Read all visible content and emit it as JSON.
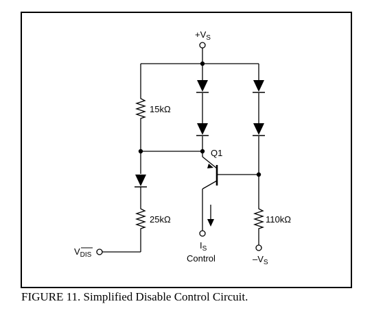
{
  "labels": {
    "vs_pos": "+V",
    "vs_pos_sub": "S",
    "r1": "15kΩ",
    "r2": "25kΩ",
    "r3": "110kΩ",
    "q1": "Q1",
    "vdis_main": "V",
    "vdis_sub": "DIS",
    "is_main": "I",
    "is_sub": "S",
    "control": "Control",
    "vs_neg": "–V",
    "vs_neg_sub": "S"
  },
  "caption": "FIGURE 11. Simplified Disable Control Circuit."
}
